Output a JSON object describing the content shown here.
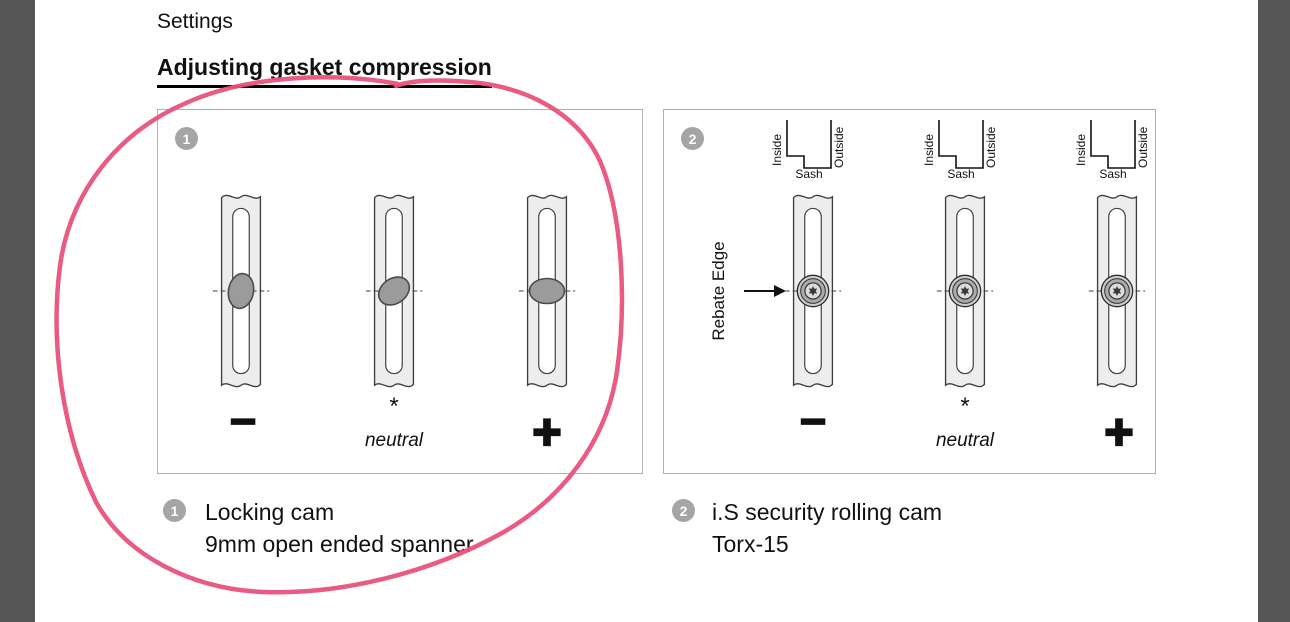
{
  "document": {
    "title": "Settings",
    "section_heading": "Adjusting gasket compression"
  },
  "panel1": {
    "step_number": "1",
    "adjustment_labels": {
      "minus": "−",
      "star": "*",
      "neutral": "neutral",
      "plus": "+"
    },
    "caption": {
      "number": "1",
      "title": "Locking cam",
      "tool": "9mm open ended spanner"
    }
  },
  "panel2": {
    "step_number": "2",
    "profile_labels": {
      "inside": "Inside",
      "outside": "Outside",
      "sash": "Sash"
    },
    "rebate_edge_label": "Rebate Edge",
    "adjustment_labels": {
      "minus": "−",
      "star": "*",
      "neutral": "neutral",
      "plus": "+"
    },
    "caption": {
      "number": "2",
      "title": "i.S security rolling cam",
      "tool": "Torx-15"
    }
  },
  "colors": {
    "annotation_pink": "#e8527b",
    "page_edge_gray": "#565656",
    "badge_gray": "#a5a5a5",
    "cam_gray": "#9b9b9b"
  }
}
